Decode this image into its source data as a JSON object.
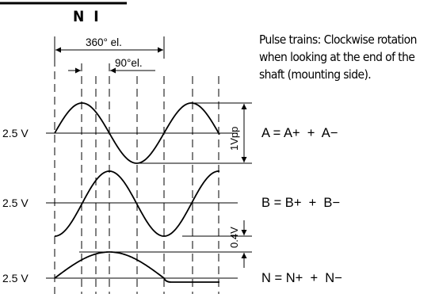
{
  "header": {
    "title_fragment": "N I"
  },
  "dimensions": {
    "period": "360° el.",
    "quarter": "90°el.",
    "amplitude": "1Vpp",
    "offset": "0.4V"
  },
  "note": {
    "lines": [
      "Pulse trains: Clockwise rotation",
      "when looking at the end of the",
      "shaft (mounting side)."
    ]
  },
  "signals": [
    {
      "name": "A",
      "level": "2.5 V",
      "label": "A = A+  +  A−"
    },
    {
      "name": "B",
      "level": "2.5 V",
      "label": "B = B+  +  B−"
    },
    {
      "name": "N",
      "level": "2.5 V",
      "label": "N = N+  +  N−"
    }
  ]
}
